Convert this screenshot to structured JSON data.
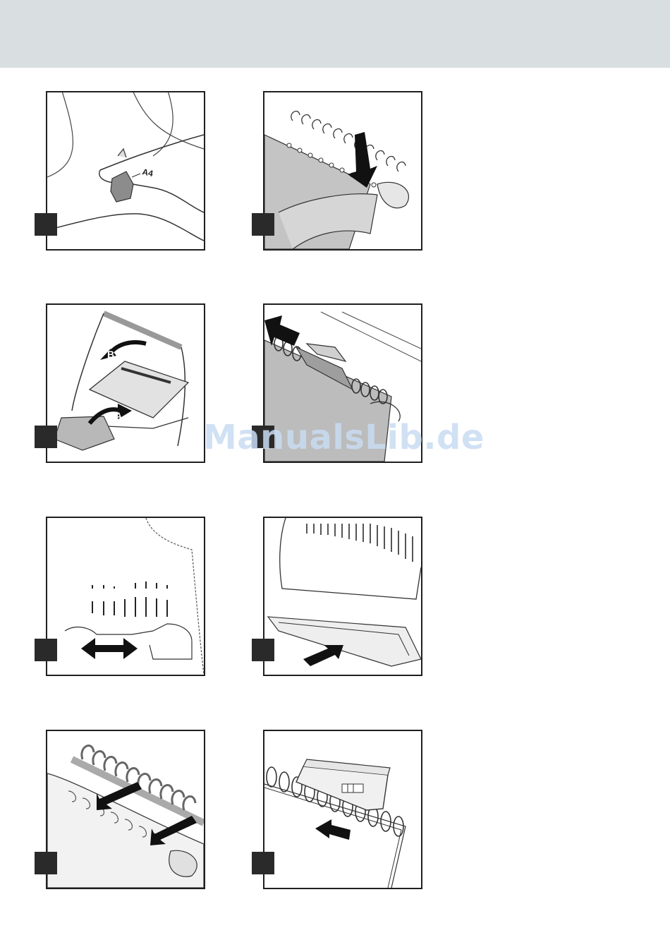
{
  "header": {
    "background": "#d9dee1"
  },
  "figures": [
    {
      "id": 1,
      "labels": [
        "A4"
      ]
    },
    {
      "id": 2,
      "labels": []
    },
    {
      "id": 3,
      "labels": [
        "A",
        "B"
      ]
    },
    {
      "id": 4,
      "labels": []
    },
    {
      "id": 5,
      "labels": []
    },
    {
      "id": 6,
      "labels": []
    },
    {
      "id": 7,
      "labels": []
    },
    {
      "id": 8,
      "labels": []
    }
  ],
  "watermark": {
    "text": "ManualsLib.de",
    "color": "#c9dcf3"
  },
  "colors": {
    "frame": "#1f1f1f",
    "step_box": "#2a2a2a",
    "paper_gray": "#bcbcbc",
    "line": "#333333"
  }
}
